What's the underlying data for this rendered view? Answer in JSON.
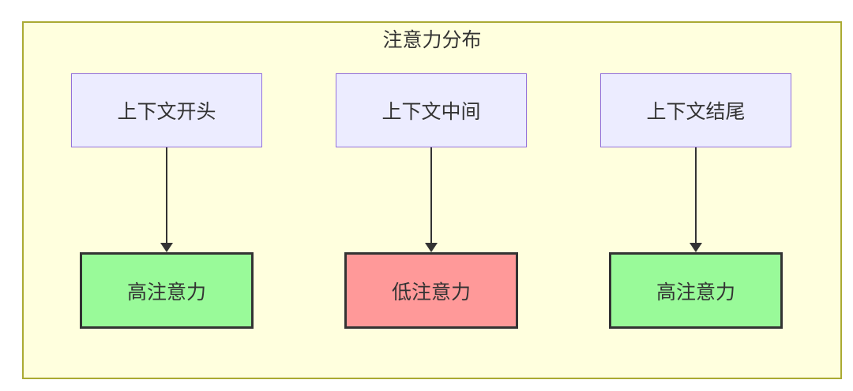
{
  "diagram": {
    "title": "注意力分布",
    "columns": [
      {
        "source": "上下文开头",
        "target": "高注意力",
        "level": "high"
      },
      {
        "source": "上下文中间",
        "target": "低注意力",
        "level": "low"
      },
      {
        "source": "上下文结尾",
        "target": "高注意力",
        "level": "high"
      }
    ],
    "colors": {
      "container_fill": "#ffffde",
      "container_border": "#aaaa33",
      "source_fill": "#ececff",
      "source_border": "#9370db",
      "high_fill": "#99fa99",
      "low_fill": "#ff9999",
      "target_border": "#333333",
      "arrow": "#333333",
      "text": "#333333"
    }
  }
}
